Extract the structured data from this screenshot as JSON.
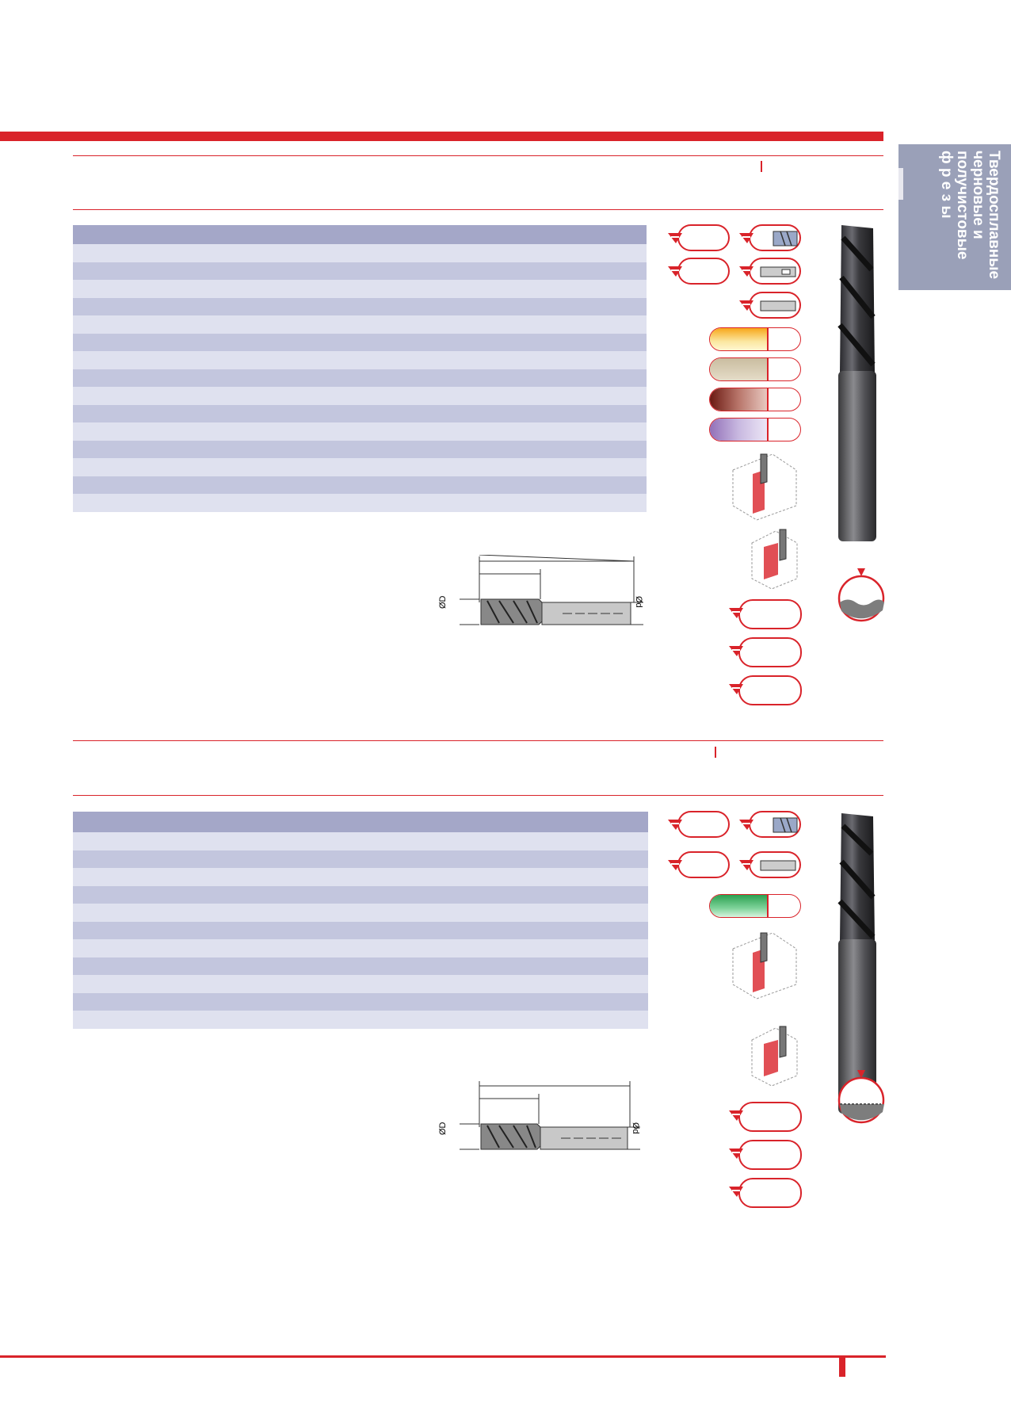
{
  "side_tab": {
    "lines": [
      "Твердосплавные",
      "черновые и",
      "получистовые",
      "ф р е з ы"
    ]
  },
  "colors": {
    "accent": "#d9232a",
    "table_header": "#a4a7c8",
    "row_light": "#dfe1ef",
    "row_dark": "#c3c6de",
    "side_tab": "#9aa0b8"
  },
  "section1": {
    "table_rows": 15,
    "coatings": [
      "yellow-coating",
      "beige-coating",
      "brown-coating",
      "violet-coating"
    ],
    "diagram_labels": {
      "left": "ØD",
      "right": "Ød"
    }
  },
  "section2": {
    "table_rows": 11,
    "coatings": [
      "green-coating"
    ],
    "diagram_labels": {
      "left": "ØD",
      "right": "Ød"
    }
  }
}
